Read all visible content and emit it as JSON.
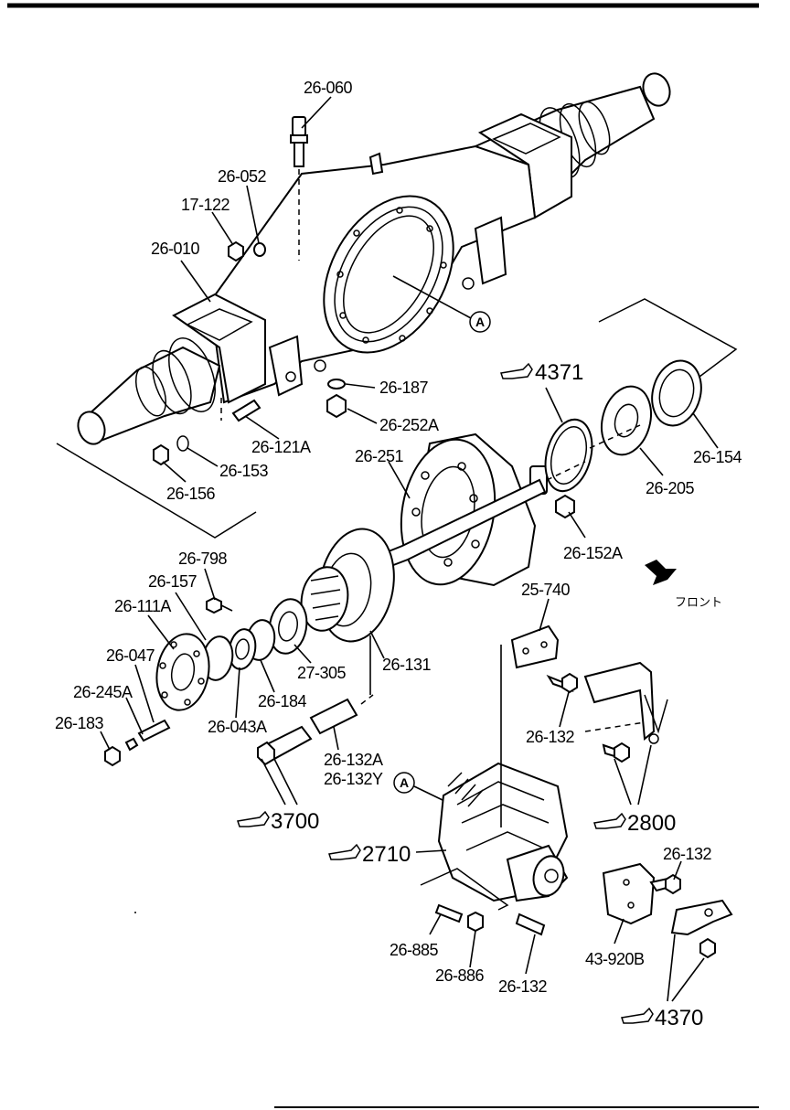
{
  "callouts": [
    "26-060",
    "26-052",
    "17-122",
    "26-010",
    "26-187",
    "26-252A",
    "26-121A",
    "26-153",
    "26-156",
    "26-251",
    "26-152A",
    "26-154",
    "26-205",
    "26-798",
    "26-157",
    "26-111A",
    "26-047",
    "26-245A",
    "26-183",
    "26-043A",
    "26-184",
    "27-305",
    "26-131",
    "25-740",
    "26-132",
    "26-132A",
    "26-132Y",
    "26-885",
    "26-886",
    "26-132",
    "26-132",
    "43-920B"
  ],
  "references": [
    "4371",
    "3700",
    "2800",
    "2710",
    "4370"
  ],
  "circle_markers": [
    "A",
    "A"
  ],
  "direction_label": "フロント"
}
